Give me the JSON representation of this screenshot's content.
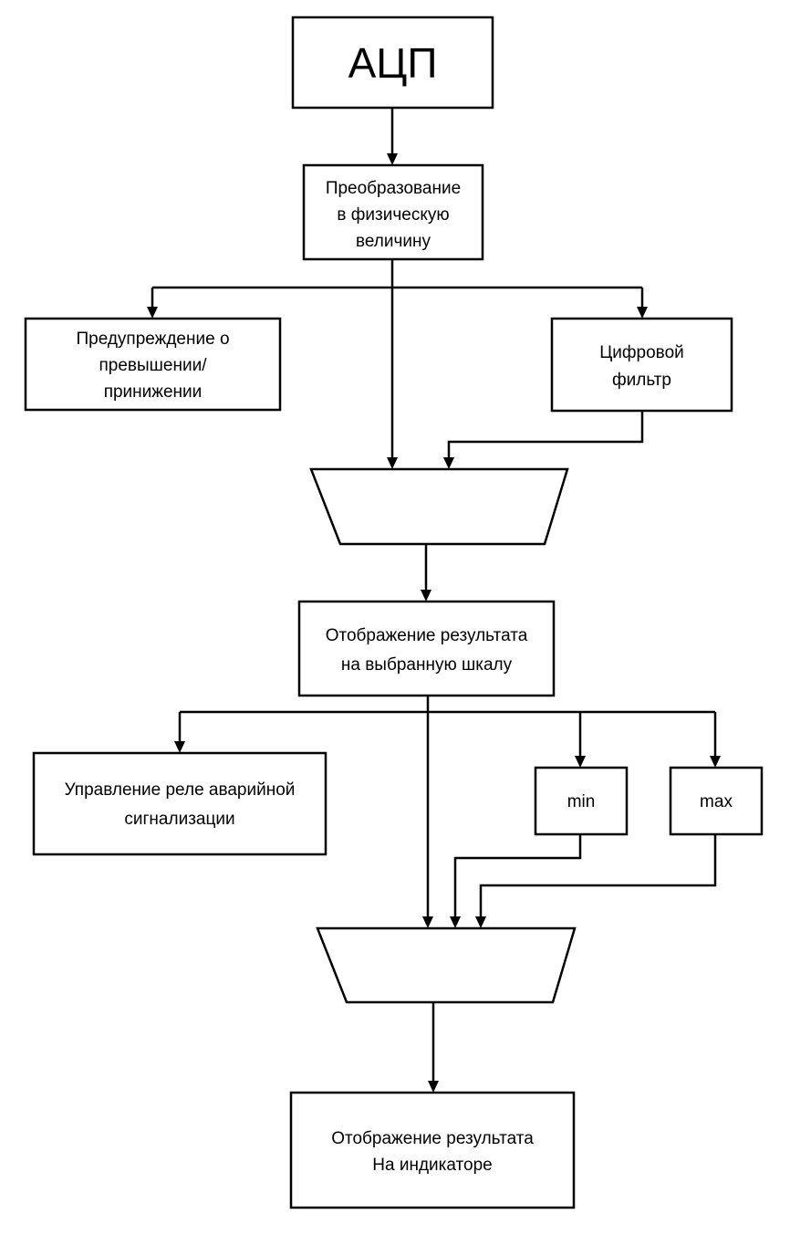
{
  "diagram": {
    "adc": "АЦП",
    "conversion": [
      "Преобразование",
      "в физическую",
      "величину"
    ],
    "warning": [
      "Предупреждение о",
      "превышении/",
      "принижении"
    ],
    "filter": [
      "Цифровой",
      "фильтр"
    ],
    "mapping": [
      "Отображение результата",
      "на выбранную шкалу"
    ],
    "relay": [
      "Управление реле аварийной",
      "сигнализации"
    ],
    "min": "min",
    "max": "max",
    "indicator": [
      "Отображение результата",
      "На индикаторе"
    ]
  }
}
